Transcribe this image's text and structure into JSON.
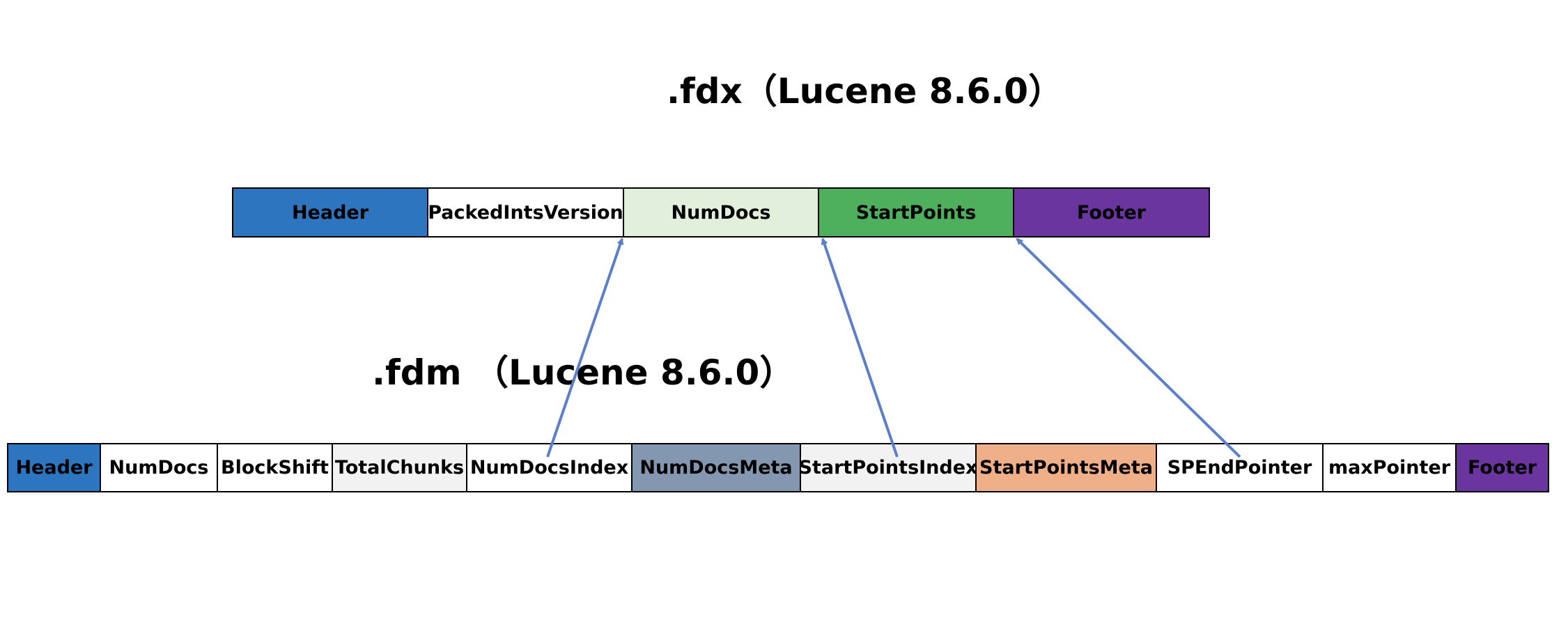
{
  "fdx": {
    "title": ".fdx（Lucene 8.6.0）",
    "cells": [
      {
        "label": "Header",
        "bg": "#2E75C0"
      },
      {
        "label": "PackedIntsVersion",
        "bg": "#FFFFFF"
      },
      {
        "label": "NumDocs",
        "bg": "#E2EFDA"
      },
      {
        "label": "StartPoints",
        "bg": "#4EAF5C"
      },
      {
        "label": "Footer",
        "bg": "#6A359E"
      }
    ]
  },
  "fdm": {
    "title": ".fdm （Lucene 8.6.0）",
    "cells": [
      {
        "label": "Header",
        "bg": "#2E75C0"
      },
      {
        "label": "NumDocs",
        "bg": "#FFFFFF"
      },
      {
        "label": "BlockShift",
        "bg": "#FFFFFF"
      },
      {
        "label": "TotalChunks",
        "bg": "#F2F2F2"
      },
      {
        "label": "NumDocsIndex",
        "bg": "#FFFFFF"
      },
      {
        "label": "NumDocsMeta",
        "bg": "#8497B0"
      },
      {
        "label": "StartPointsIndex",
        "bg": "#F2F2F2"
      },
      {
        "label": "StartPointsMeta",
        "bg": "#EFB089"
      },
      {
        "label": "SPEndPointer",
        "bg": "#FFFFFF"
      },
      {
        "label": "maxPointer",
        "bg": "#FFFFFF"
      },
      {
        "label": "Footer",
        "bg": "#6A359E"
      }
    ]
  },
  "arrow_color": "#5B7FC9"
}
